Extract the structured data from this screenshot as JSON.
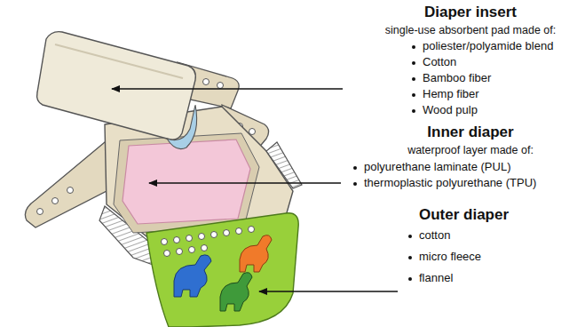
{
  "diagram": {
    "labels": [
      "Diaper insert",
      "single-use absorbent pad made of:",
      "poliester/polyamide blend",
      "Cotton",
      "Bamboo fiber",
      "Hemp fiber",
      "Wood pulp",
      "Inner diaper",
      "waterproof layer made of:",
      "polyurethane laminate (PUL)",
      "thermoplastic polyurethane (TPU)",
      "Outer diaper",
      "cotton",
      "micro fleece",
      "flannel"
    ]
  }
}
